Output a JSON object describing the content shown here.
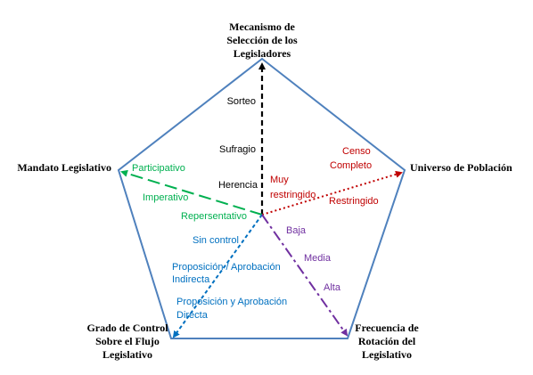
{
  "diagram": {
    "colors": {
      "pentagon": "#4f81bd",
      "top_axis": "#000000",
      "right_axis": "#c00000",
      "left_axis": "#00b050",
      "bottom_left_axis": "#0070c0",
      "bottom_right_axis": "#7030a0"
    },
    "vertices": {
      "top": [
        "Mecanismo de",
        "Selección de los",
        "Legisladores"
      ],
      "right": [
        "Universo de Población"
      ],
      "left": [
        "Mandato Legislativo"
      ],
      "bottom_left": [
        "Grado de Control",
        "Sobre el Flujo",
        "Legislativo"
      ],
      "bottom_right": [
        "Frecuencia de",
        "Rotación del",
        "Legislativo"
      ]
    },
    "axes": {
      "top": [
        "Sorteo",
        "Sufragio",
        "Herencia"
      ],
      "right": [
        "Censo",
        "Completo",
        "Restringido",
        "Muy",
        "restringido"
      ],
      "left": [
        "Participativo",
        "Imperativo",
        "Repersentativo"
      ],
      "bottom_left": [
        "Sin control",
        "Proposición / Aprobación",
        "Indirecta",
        "Proposición y Aprobación",
        "Directa"
      ],
      "bottom_right": [
        "Baja",
        "Media",
        "Alta"
      ]
    }
  }
}
